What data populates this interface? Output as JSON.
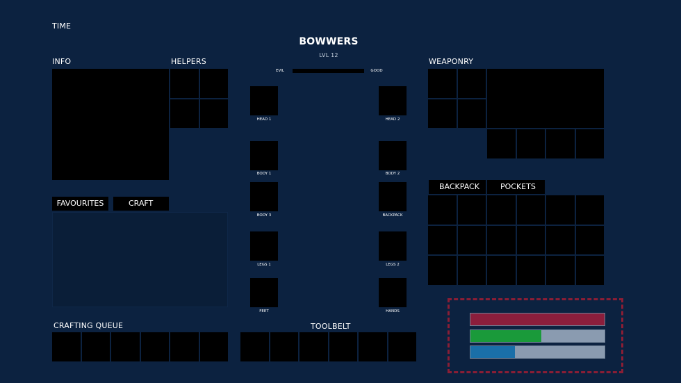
{
  "header": {
    "time_label": "TIME",
    "character_name": "BOWWERS",
    "level": "LVL 12",
    "alignment_left": "EVIL",
    "alignment_right": "GOOD"
  },
  "sections": {
    "info": "INFO",
    "helpers": "HELPERS",
    "weaponry": "WEAPONRY",
    "crafting_queue": "CRAFTING QUEUE",
    "toolbelt": "TOOLBELT"
  },
  "tabs": {
    "favourites": "FAVOURITES",
    "craft": "CRAFT",
    "backpack": "BACKPACK",
    "pockets": "POCKETS"
  },
  "equipment": {
    "head1": "HEAD 1",
    "head2": "HEAD 2",
    "body1": "BODY 1",
    "body2": "BODY 2",
    "body3": "BODY 3",
    "backpack": "BACKPACK",
    "legs1": "LEGS 1",
    "legs2": "LEGS 2",
    "feet": "FEET",
    "hands": "HANDS"
  },
  "stats": {
    "health_fraction": 1.0,
    "stamina_fraction": 0.53,
    "water_fraction": 0.33,
    "colors": {
      "health": "#8b1e3c",
      "stamina": "#1a9a3a",
      "water": "#1a6fa8",
      "empty": "#8a9bb0",
      "dash": "#8a1e35"
    }
  }
}
